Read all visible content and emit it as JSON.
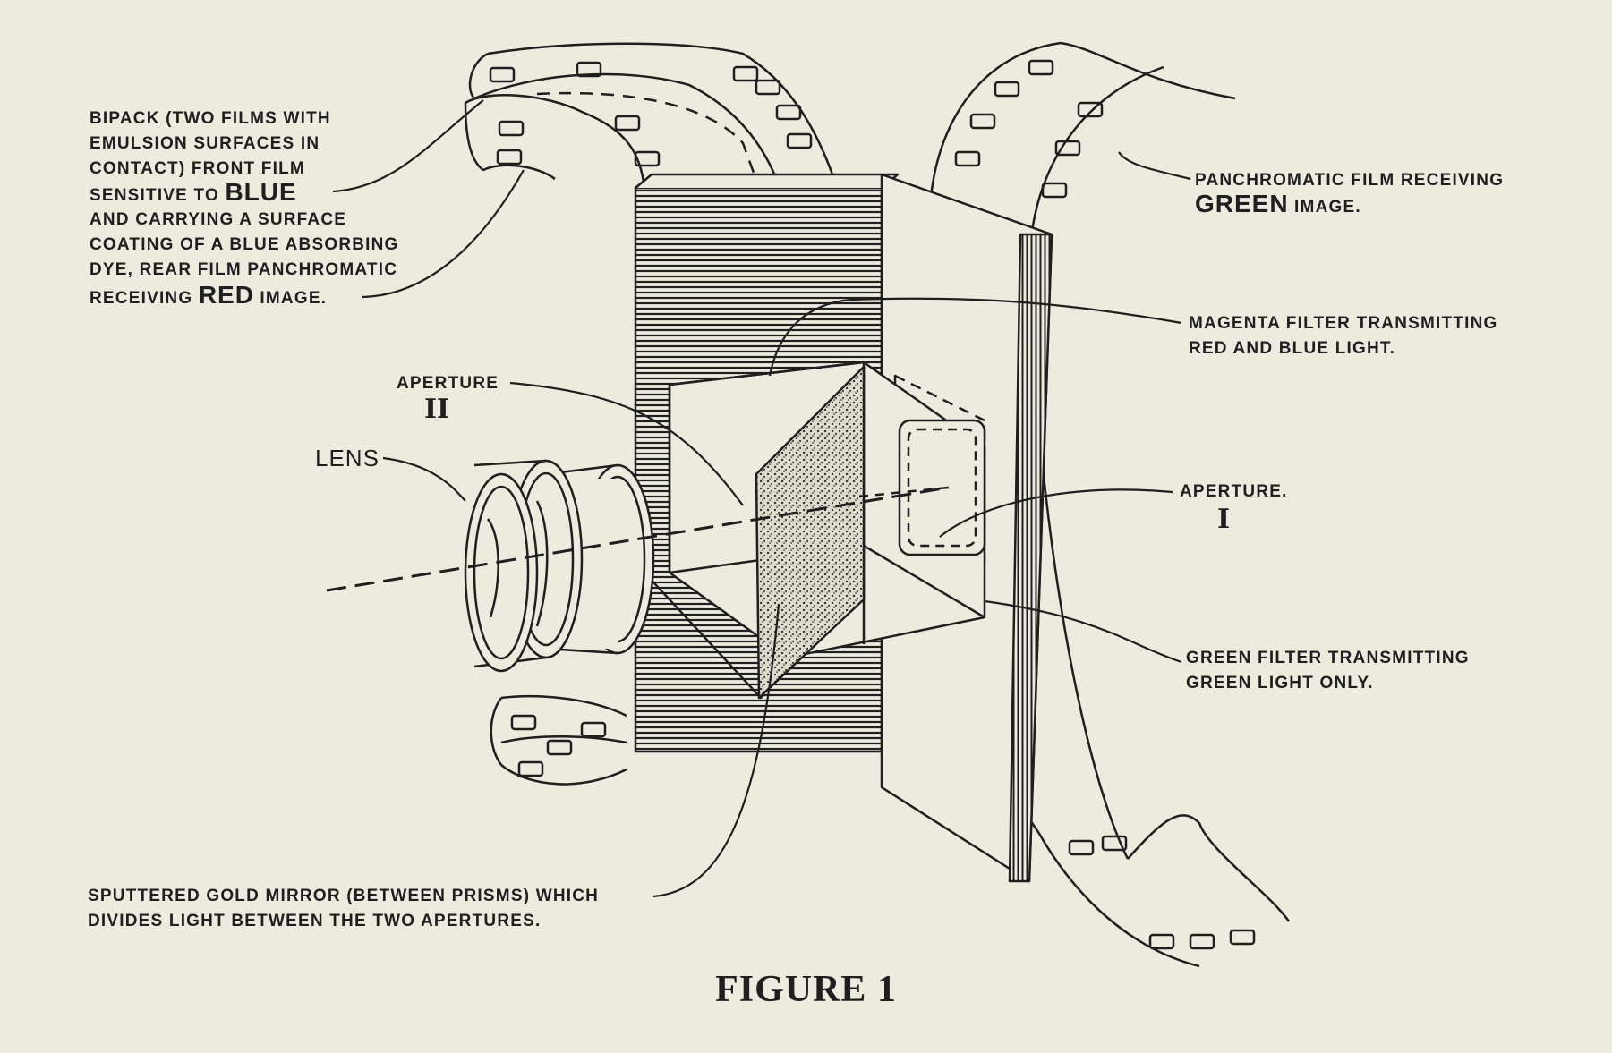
{
  "labels": {
    "bipack": {
      "line1": "BIPACK (TWO FILMS WITH",
      "line2": "EMULSION SURFACES IN",
      "line3": "CONTACT) FRONT FILM",
      "line4_pre": "SENSITIVE TO ",
      "line4_big": "BLUE",
      "line5": "AND CARRYING A SURFACE",
      "line6": "COATING OF A BLUE ABSORBING",
      "line7": "DYE, REAR FILM PANCHROMATIC",
      "line8_pre": "RECEIVING ",
      "line8_big": "RED",
      "line8_post": "  IMAGE."
    },
    "panchromatic": {
      "line1": "PANCHROMATIC FILM RECEIVING",
      "line2_big": "GREEN",
      "line2_post": " IMAGE."
    },
    "magenta": {
      "line1": "MAGENTA FILTER TRANSMITTING",
      "line2": "RED AND BLUE LIGHT."
    },
    "aperture2": {
      "text": "APERTURE",
      "numeral": "II"
    },
    "aperture1": {
      "text": "APERTURE.",
      "numeral": "I"
    },
    "lens": {
      "text": "LENS"
    },
    "green_filter": {
      "line1": "GREEN FILTER TRANSMITTING",
      "line2": "GREEN LIGHT ONLY."
    },
    "mirror": {
      "line1": "SPUTTERED GOLD MIRROR (BETWEEN PRISMS) WHICH",
      "line2": "DIVIDES LIGHT BETWEEN THE TWO APERTURES."
    }
  },
  "caption": "FIGURE 1",
  "colors": {
    "paper": "#ecebde",
    "ink": "#1f1f1f"
  }
}
